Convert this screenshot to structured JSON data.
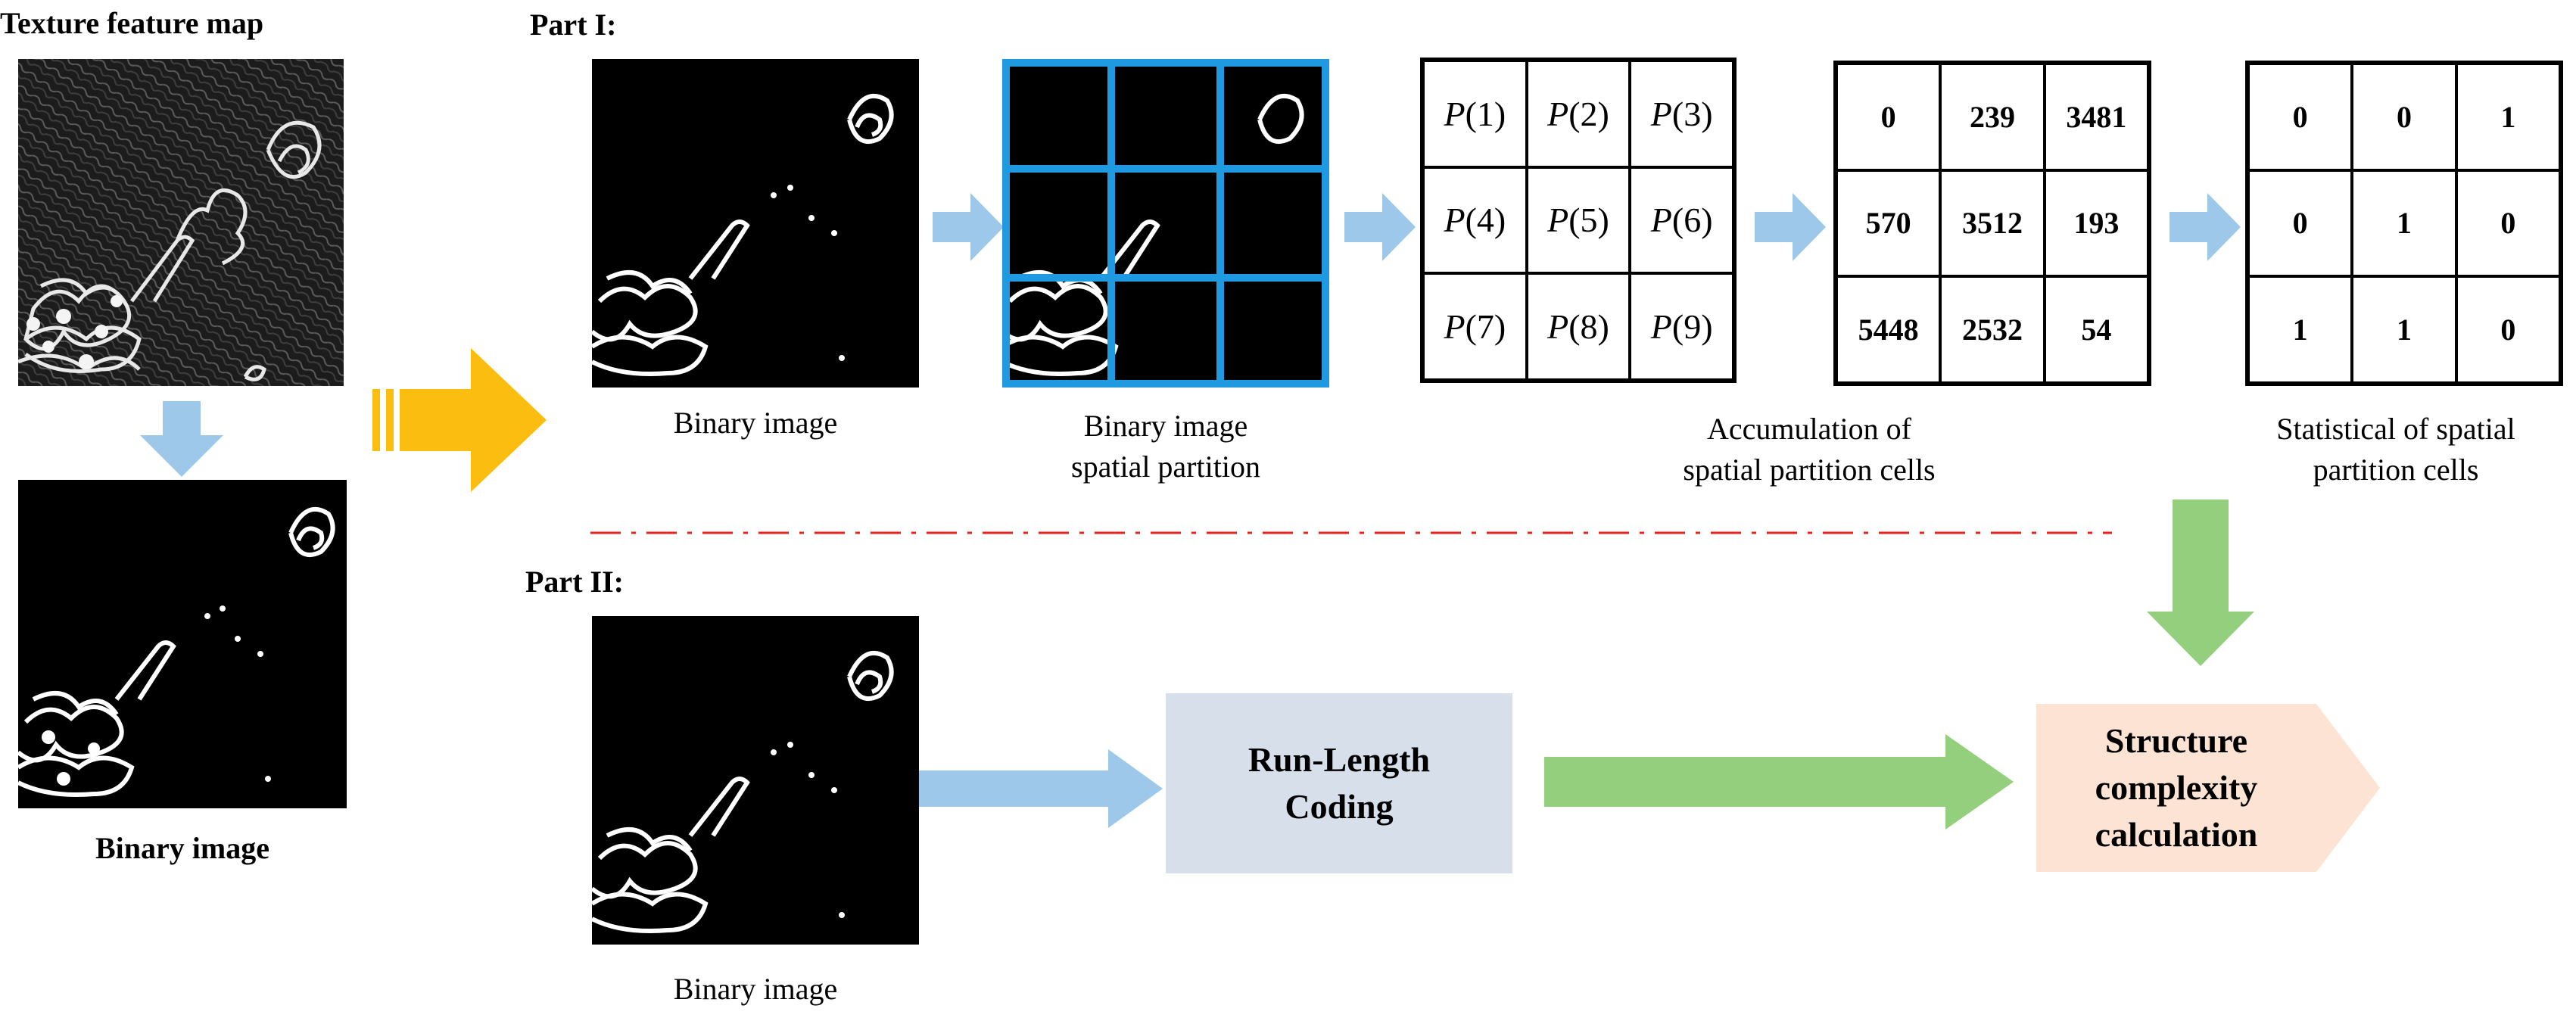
{
  "labels": {
    "texture_map": "Texture feature map",
    "binary_left": "Binary image",
    "part1": "Part I:",
    "part2": "Part II:",
    "binary_p1": "Binary image",
    "partition_line1": "Binary image",
    "partition_line2": "spatial partition",
    "accum_line1": "Accumulation of",
    "accum_line2": "spatial partition cells",
    "stat_line1": "Statistical of spatial",
    "stat_line2": "partition cells",
    "binary_p2": "Binary image"
  },
  "boxes": {
    "rlc_line1": "Run-Length",
    "rlc_line2": "Coding",
    "scc_line1": "Structure",
    "scc_line2": "complexity",
    "scc_line3": "calculation"
  },
  "partition_labels": [
    {
      "prefix": "P",
      "num": "(1)"
    },
    {
      "prefix": "P",
      "num": "(2)"
    },
    {
      "prefix": "P",
      "num": "(3)"
    },
    {
      "prefix": "P",
      "num": "(4)"
    },
    {
      "prefix": "P",
      "num": "(5)"
    },
    {
      "prefix": "P",
      "num": "(6)"
    },
    {
      "prefix": "P",
      "num": "(7)"
    },
    {
      "prefix": "P",
      "num": "(8)"
    },
    {
      "prefix": "P",
      "num": "(9)"
    }
  ],
  "accumulation_values": [
    "0",
    "239",
    "3481",
    "570",
    "3512",
    "193",
    "5448",
    "2532",
    "54"
  ],
  "statistical_values": [
    "0",
    "0",
    "1",
    "0",
    "1",
    "0",
    "1",
    "1",
    "0"
  ],
  "colors": {
    "blue_arrow": "#9dc8ea",
    "green_arrow": "#93cf7d",
    "yellow_arrow": "#fbbd10",
    "partition_grid": "#1f9ae0",
    "rlc_box": "#d7e0ea",
    "scc_box": "#fde3d4",
    "dash_line": "#e52421"
  }
}
